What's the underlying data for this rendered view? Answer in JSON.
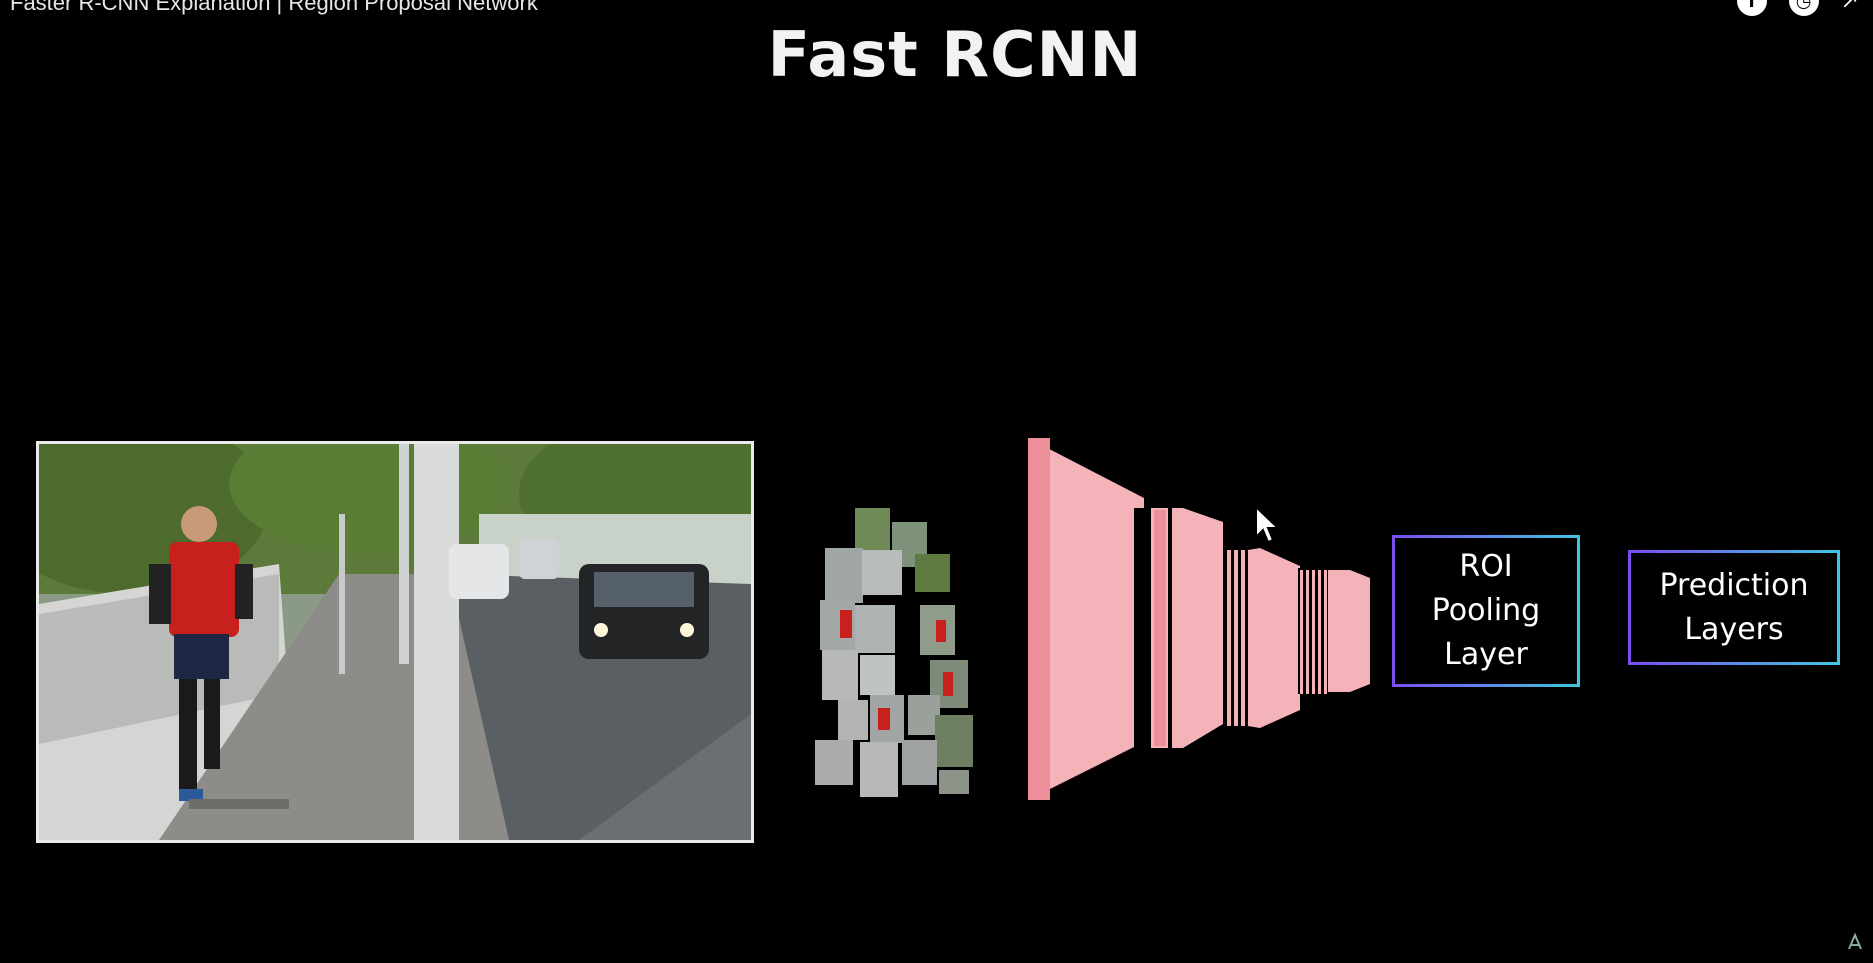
{
  "video": {
    "title": "Faster R-CNN Explanation | Region Proposal Network"
  },
  "controls": {
    "icons": [
      "info-icon",
      "clock-icon",
      "share-icon"
    ],
    "info_glyph": "i",
    "clock_glyph": "◷",
    "share_glyph": "↗"
  },
  "slide": {
    "title": "Fast RCNN",
    "roi_label": "ROI\nPooling\nLayer",
    "prediction_label": "Prediction\nLayers"
  },
  "colors": {
    "background": "#000000",
    "cnn_fill": "#f4b3b8",
    "cnn_edge": "#ec8f98",
    "box_border_start": "#7b4df0",
    "box_border_end": "#3fc6e0"
  }
}
